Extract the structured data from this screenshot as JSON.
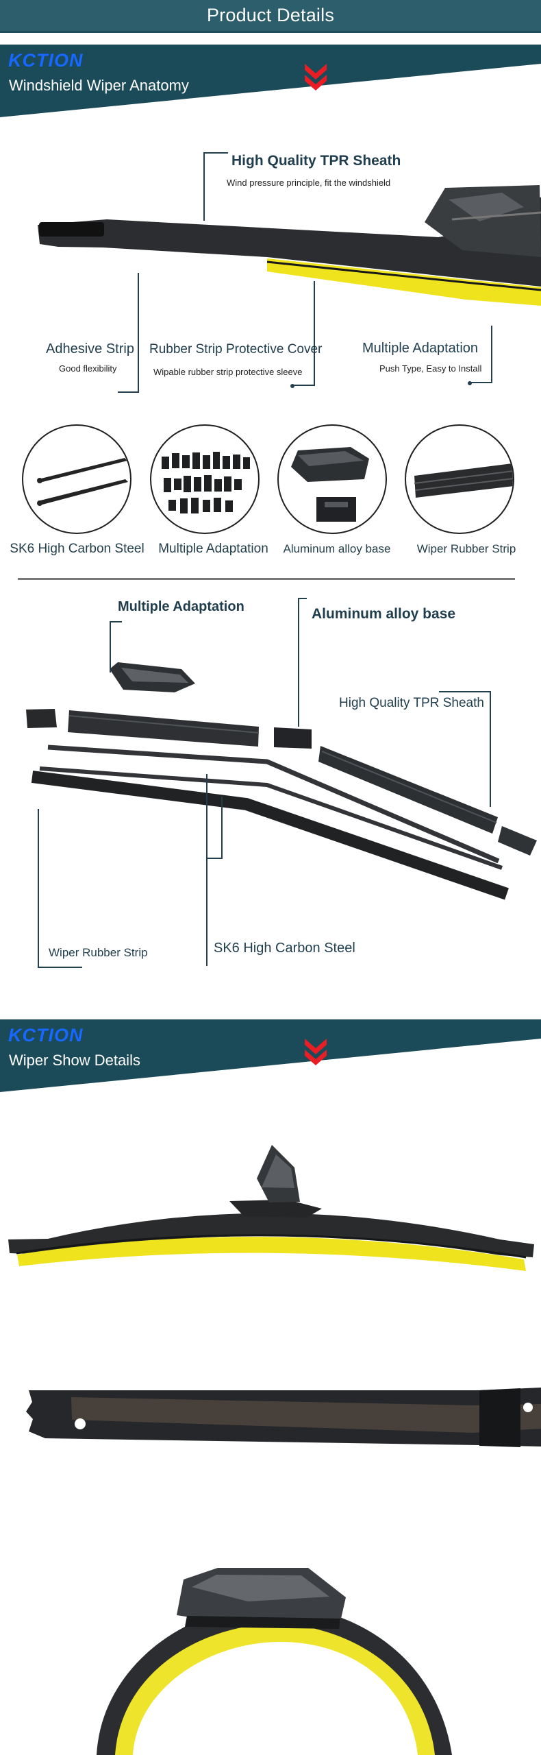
{
  "header": {
    "title": "Product Details"
  },
  "section1": {
    "brand": "KCTION",
    "title": "Windshield Wiper Anatomy"
  },
  "anatomy": {
    "high_quality_title": "High Quality TPR Sheath",
    "high_quality_sub": "Wind pressure principle, fit the windshield",
    "adhesive_title": "Adhesive Strip",
    "adhesive_sub": "Good flexibility",
    "rubber_cover_title": "Rubber Strip Protective Cover",
    "rubber_cover_sub": "Wipable rubber strip protective sleeve",
    "multiple_title": "Multiple Adaptation",
    "multiple_sub": "Push Type, Easy to Install"
  },
  "features": [
    {
      "label": "SK6 High Carbon Steel",
      "icon": "steel-icon"
    },
    {
      "label": "Multiple Adaptation",
      "icon": "adapters-icon"
    },
    {
      "label": "Aluminum alloy base",
      "icon": "base-icon"
    },
    {
      "label": "Wiper Rubber Strip",
      "icon": "rubber-icon"
    }
  ],
  "exploded": {
    "multiple": "Multiple Adaptation",
    "aluminum": "Aluminum alloy base",
    "tpr": "High Quality TPR Sheath",
    "rubber": "Wiper Rubber Strip",
    "steel": "SK6 High Carbon Steel"
  },
  "section2": {
    "brand": "KCTION",
    "title": "Wiper Show Details"
  },
  "colors": {
    "teal": "#1b4a59",
    "accent_red": "#e81e24",
    "yellow": "#f1e30d",
    "brand_blue": "#1768ff"
  }
}
